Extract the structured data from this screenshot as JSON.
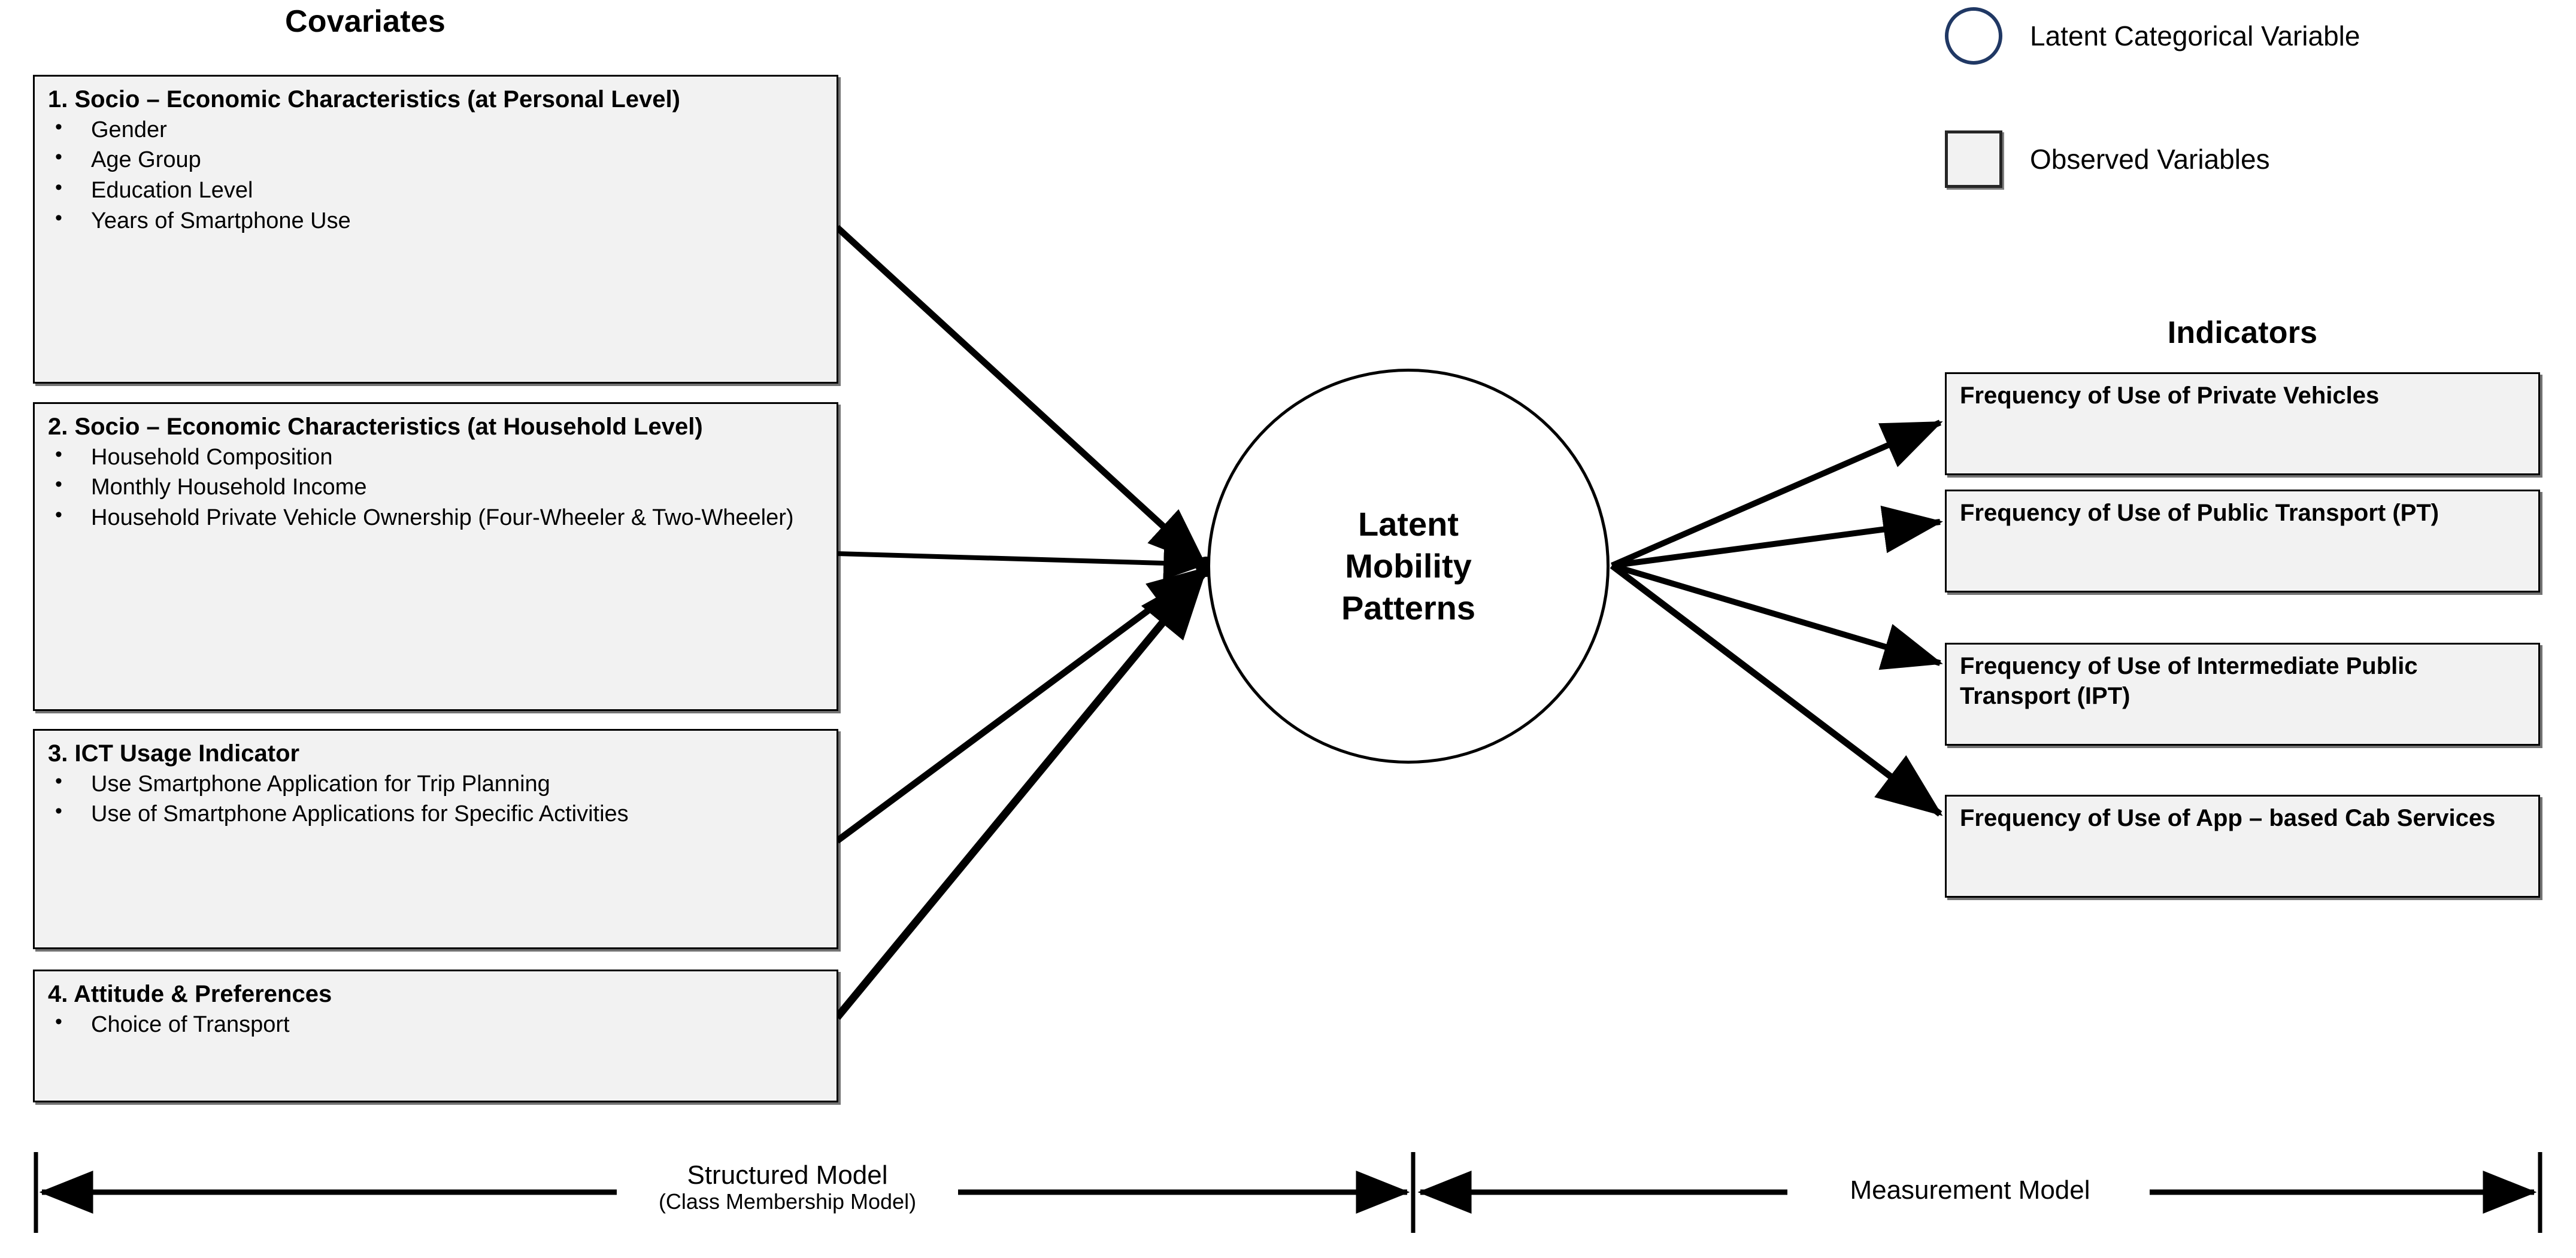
{
  "headings": {
    "covariates": "Covariates",
    "indicators": "Indicators"
  },
  "legend": {
    "items": [
      {
        "shape": "circle",
        "label": "Latent Categorical Variable",
        "color": "#203864"
      },
      {
        "shape": "square",
        "label": "Observed Variables",
        "color": "#262626"
      }
    ]
  },
  "latent": {
    "line1": "Latent",
    "line2": "Mobility",
    "line3": "Patterns"
  },
  "covariate_boxes": [
    {
      "title": "1. Socio – Economic Characteristics (at Personal Level)",
      "bullets": [
        "Gender",
        "Age Group",
        "Education Level",
        "Years of Smartphone Use"
      ]
    },
    {
      "title": "2. Socio – Economic Characteristics (at Household Level)",
      "bullets": [
        "Household Composition",
        "Monthly Household Income",
        "Household Private Vehicle Ownership (Four-Wheeler & Two-Wheeler)"
      ]
    },
    {
      "title": "3. ICT Usage Indicator",
      "bullets": [
        "Use Smartphone Application for Trip Planning",
        "Use of Smartphone Applications for Specific Activities"
      ]
    },
    {
      "title": "4. Attitude & Preferences",
      "bullets": [
        "Choice of Transport"
      ]
    }
  ],
  "indicator_boxes": [
    {
      "text": "Frequency of Use of Private Vehicles"
    },
    {
      "text": "Frequency of Use of Public Transport (PT)"
    },
    {
      "text": "Frequency of Use of Intermediate Public Transport (IPT)"
    },
    {
      "text": "Frequency of Use of App – based Cab Services"
    }
  ],
  "brackets": {
    "left": {
      "main": "Structured Model",
      "sub": "(Class Membership Model)"
    },
    "right": {
      "main": "Measurement Model",
      "sub": ""
    }
  },
  "colors": {
    "box_fill": "#F2F2F2",
    "box_stroke": "#000000",
    "latent_outline": "#000000",
    "legend_circle_outline": "#203864",
    "arrow": "#000000",
    "background": "#FFFFFF"
  }
}
